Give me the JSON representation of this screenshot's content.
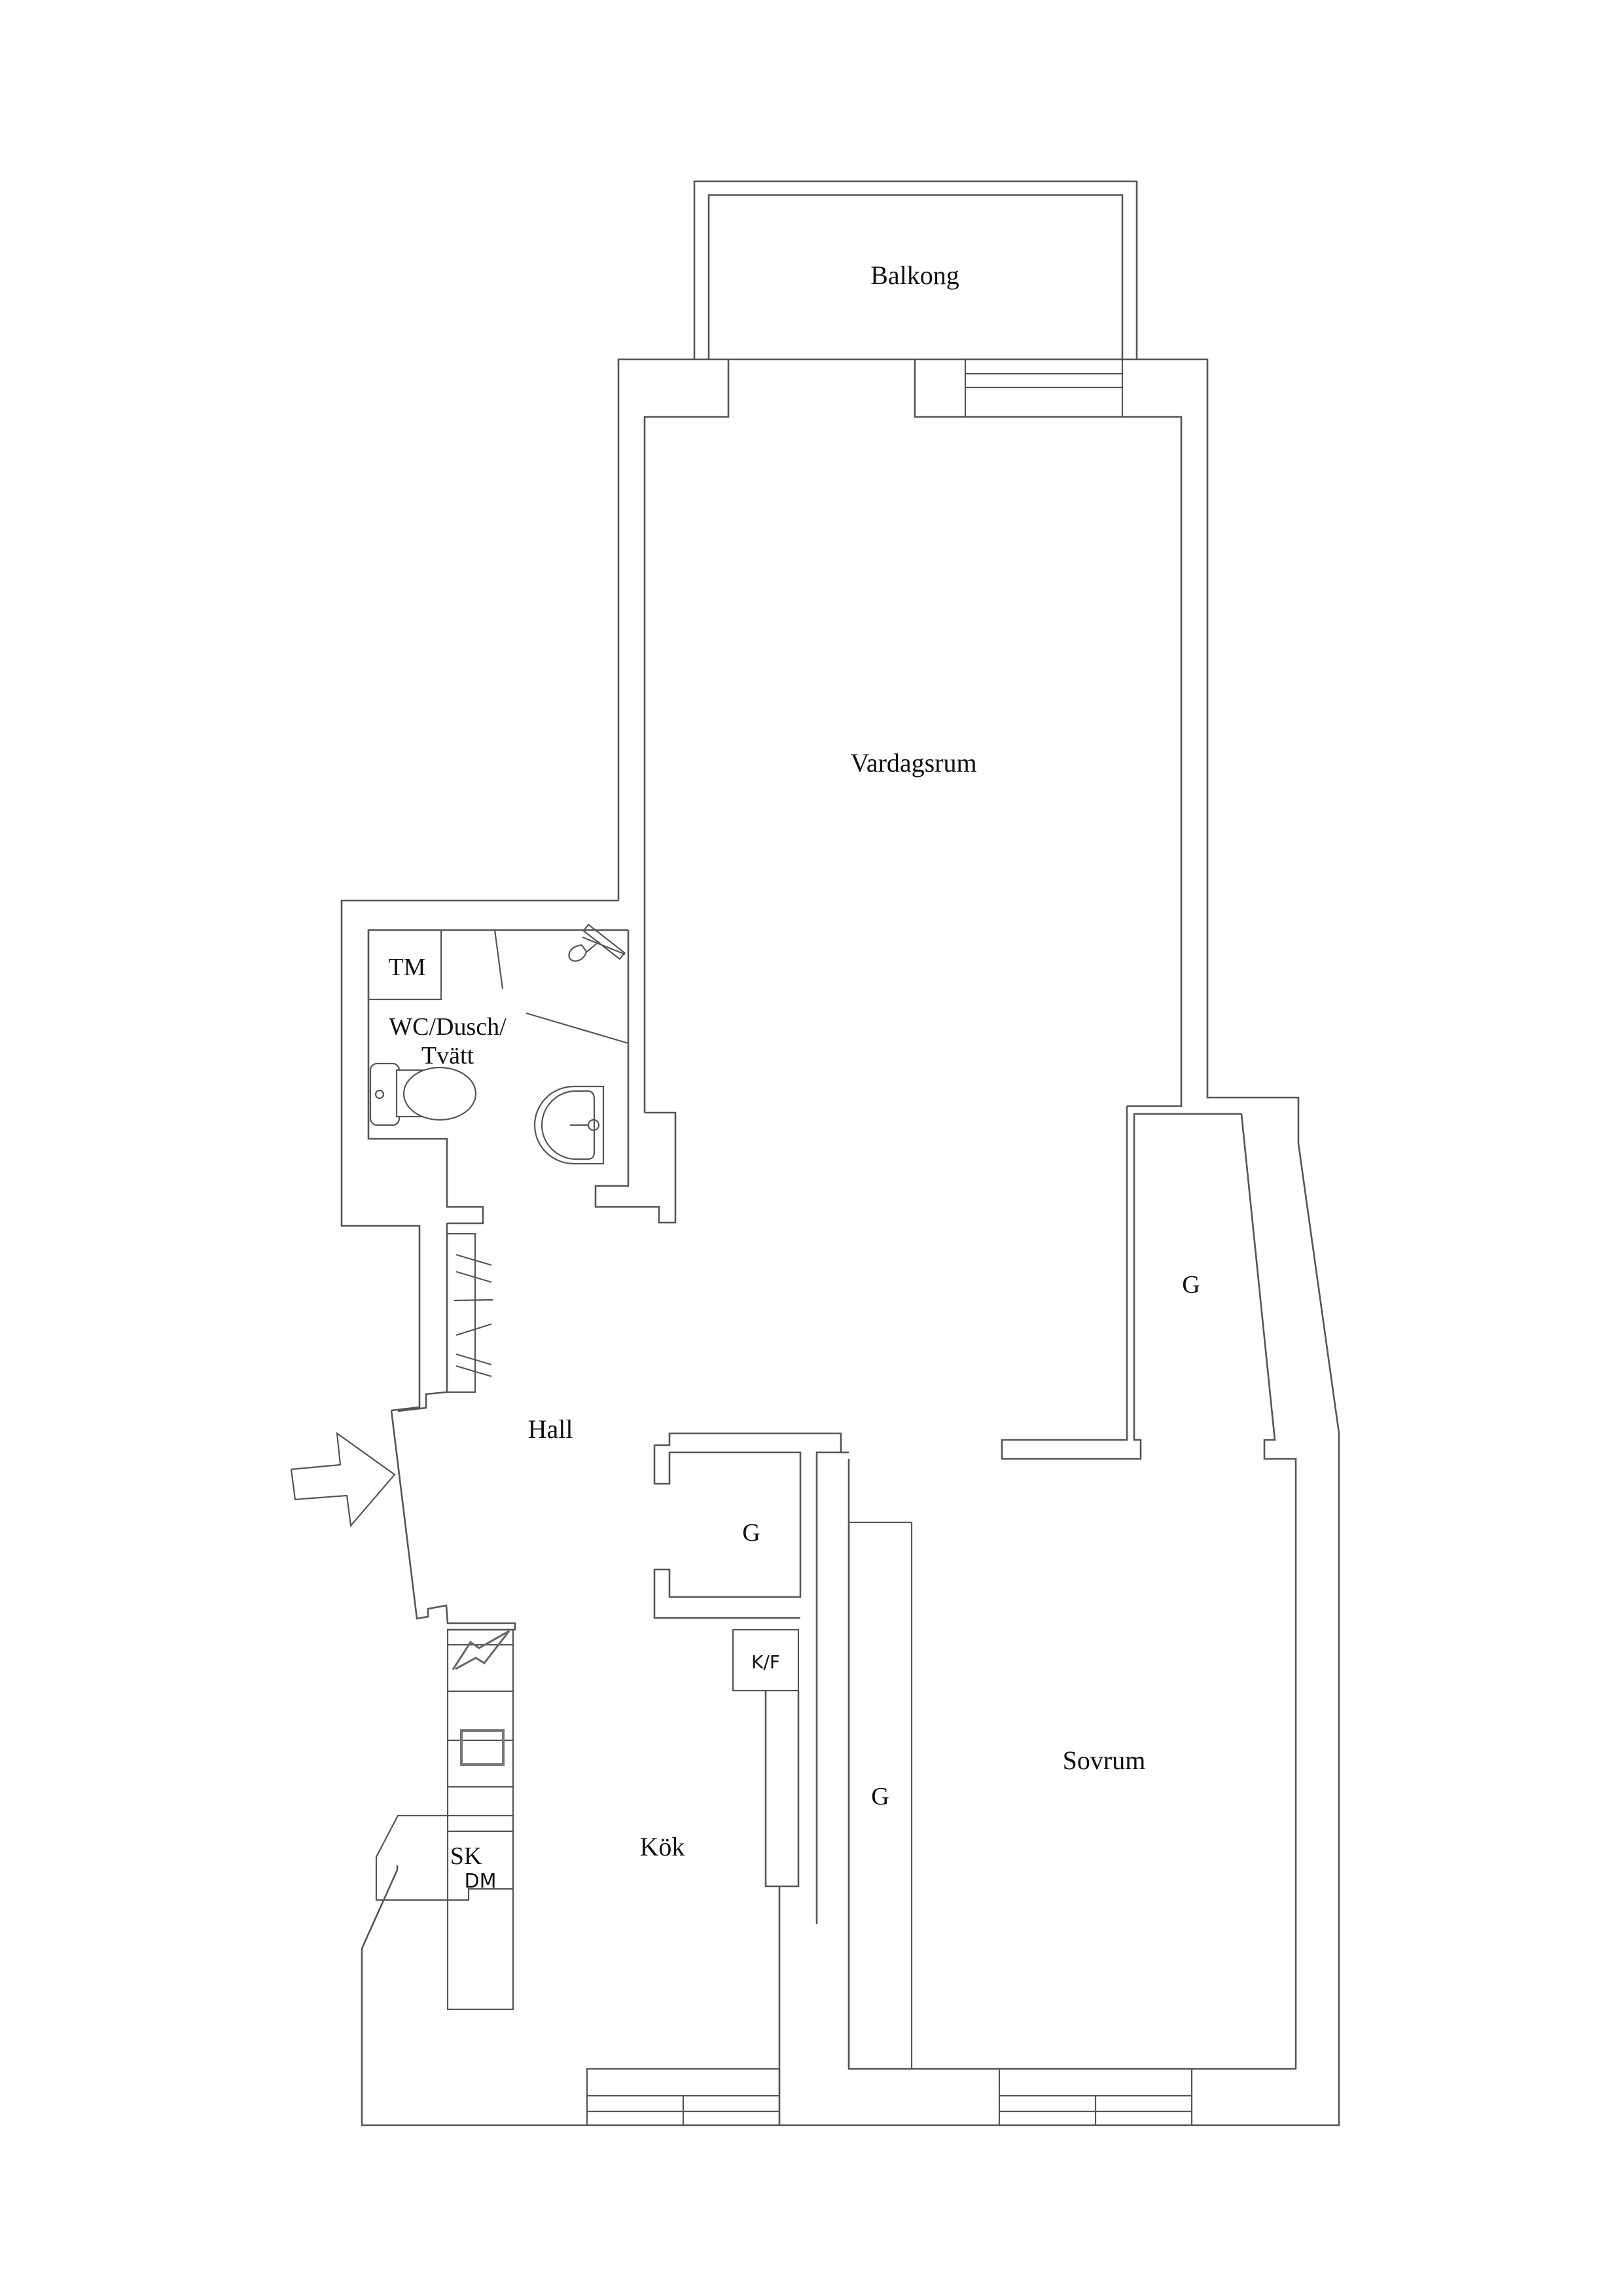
{
  "plan": {
    "title": "Apartment floor plan",
    "line_color": "#555555",
    "background": "#ffffff"
  },
  "rooms": {
    "balcony": "Balkong",
    "living_room": "Vardagsrum",
    "bathroom_line1": "WC/Dusch/",
    "bathroom_line2": "Tvätt",
    "dryer": "TM",
    "hall": "Hall",
    "closet_hall": "G",
    "closet_top_right": "G",
    "closet_bedroom": "G",
    "bedroom": "Sovrum",
    "kitchen": "Kök",
    "fridge_freezer": "K/F",
    "dishwasher": "DM",
    "cabinet": "SK"
  },
  "symbols": {
    "entry": "entry-arrow",
    "shower": "shower-head",
    "toilet": "toilet",
    "sink": "washbasin",
    "stove": "stove-zigzag",
    "oven": "oven-square",
    "wardrobe": "wardrobe-hatching",
    "windows": [
      "living-room-balcony-door",
      "kitchen-window",
      "bedroom-window"
    ]
  }
}
